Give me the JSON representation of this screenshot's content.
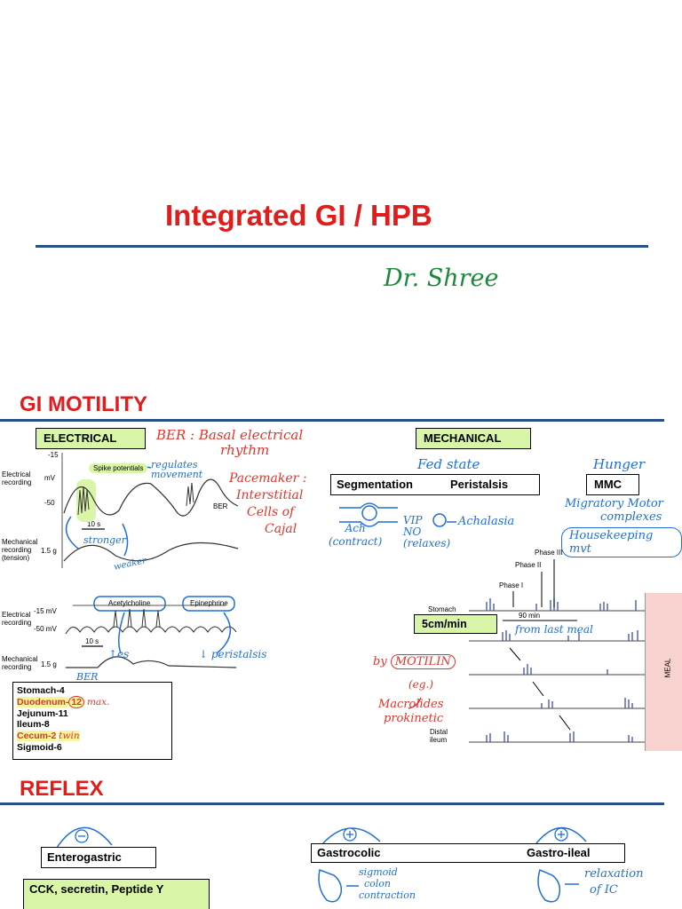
{
  "title": "Integrated GI / HPB",
  "signature": "Dr. Shree",
  "motility": {
    "heading": "GI MOTILITY",
    "electrical_box": "ELECTRICAL",
    "mechanical_box": "MECHANICAL",
    "ber_note": [
      "BER : Basal electrical",
      "rhythm"
    ],
    "pacemaker_note": [
      "Pacemaker :",
      "Interstitial",
      "Cells of",
      "Cajal"
    ],
    "spike_label": "Spike potentials",
    "regulates_note": [
      "regulates",
      "movement"
    ],
    "stronger_note": "stronger",
    "weaker_note": "weaker",
    "graph1": {
      "y_label_1": [
        "Electrical",
        "recording"
      ],
      "unit_1": "mV",
      "tick_top": "-15",
      "tick_bottom": "-50",
      "time_label": "10 s",
      "ber_label": "BER",
      "y_label_2": [
        "Mechanical",
        "recording",
        "(tension)"
      ],
      "unit_2": "1.5 g"
    },
    "graph2": {
      "y_label_1": [
        "Electrical",
        "recording"
      ],
      "tick_top": "-15 mV",
      "tick_bottom": "-50 mV",
      "ach_label": "Acetylcholine",
      "epi_label": "Epinephrine",
      "time_label": "10 s",
      "y_label_2": [
        "Mechanical",
        "recording"
      ],
      "unit_2": "1.5 g",
      "up_note": "↑es",
      "down_note": "↓ peristalsis",
      "ber_note": "BER"
    },
    "frequencies": [
      {
        "text": "Stomach-4",
        "style": "plain"
      },
      {
        "text": "Duodenum-",
        "circled": "12",
        "note": "max.",
        "style": "yellow"
      },
      {
        "text": "Jejunum-11",
        "style": "plain"
      },
      {
        "text": "Ileum-8",
        "style": "plain"
      },
      {
        "text": "Cecum-2",
        "note": "twin",
        "style": "yellow"
      },
      {
        "text": "Sigmoid-6",
        "style": "plain"
      }
    ],
    "fed_state": "Fed state",
    "segmentation": "Segmentation",
    "peristalsis": "Peristalsis",
    "ach_note": [
      "Ach",
      "(contract)"
    ],
    "vip_note": [
      "VIP",
      "NO",
      "(relaxes)"
    ],
    "achalasia": "Achalasia",
    "hunger": "Hunger",
    "mmc": "MMC",
    "mmc_full": [
      "Migratory Motor",
      "complexes"
    ],
    "housekeeping": "Housekeeping mvt",
    "phases": [
      "Phase III",
      "Phase II",
      "Phase I"
    ],
    "stomach_label": "Stomach",
    "min_label": "90 min",
    "from_last_meal": "from last meal",
    "speed": "5cm/min",
    "distal_label": [
      "Distal",
      "ileum"
    ],
    "meal_label": "MEAL",
    "motilin_prefix": "by",
    "motilin": "MOTILIN",
    "eg_note": "(eg.)",
    "macrolides": [
      "Macrolides",
      "prokinetic"
    ]
  },
  "reflex": {
    "heading": "REFLEX",
    "enterogastric": "Enterogastric",
    "hormones": "CCK, secretin, Peptide Y",
    "gastrocolic": "Gastrocolic",
    "gastroileal": "Gastro-ileal",
    "sigmoid_note": [
      "sigmoid",
      "colon",
      "contraction"
    ],
    "relax_note": [
      "relaxation",
      "of IC"
    ]
  },
  "colors": {
    "title_red": "#e21b1b",
    "rule_blue": "#2a4f86",
    "ink_blue": "#1f6fd6",
    "ink_red": "#e0352b",
    "sig_green": "#1a8a3a"
  }
}
